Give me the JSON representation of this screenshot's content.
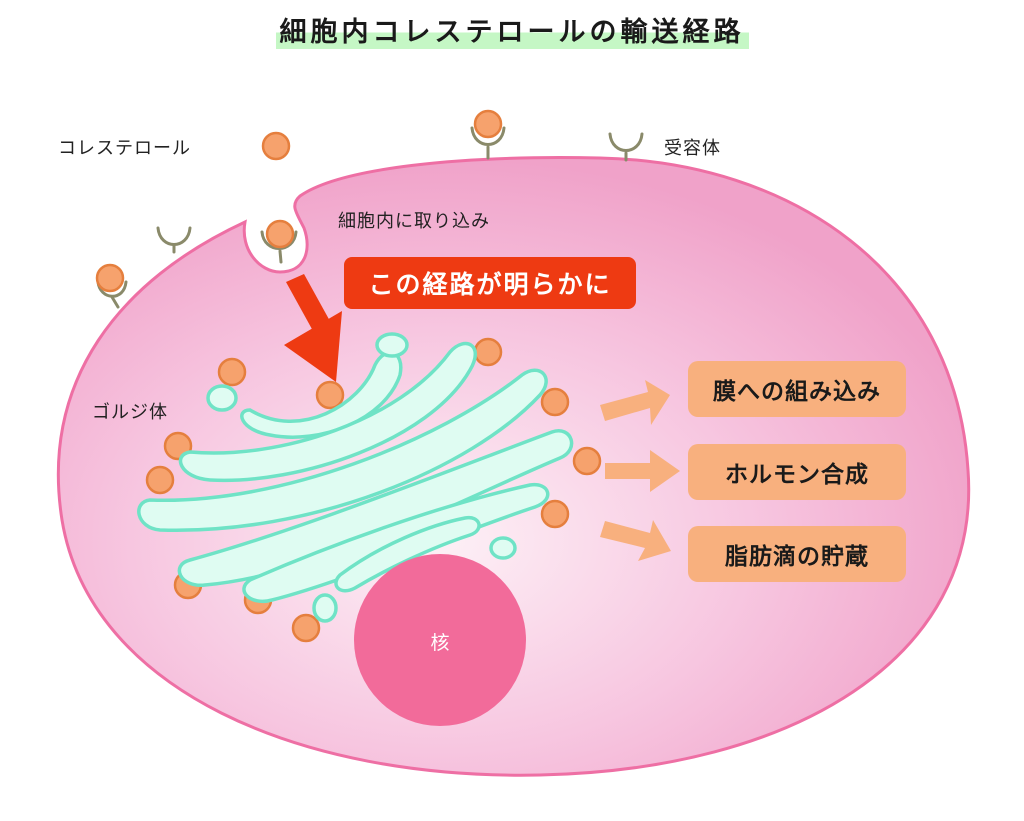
{
  "title": "細胞内コレステロールの輸送経路",
  "labels": {
    "cholesterol": "コレステロール",
    "receptor": "受容体",
    "uptake": "細胞内に取り込み",
    "golgi": "ゴルジ体",
    "nucleus": "核"
  },
  "pathway_highlight": "この経路が明らかに",
  "destinations": [
    "膜への組み込み",
    "ホルモン合成",
    "脂肪滴の貯蔵"
  ],
  "colors": {
    "cell_fill": "#f3a9cf",
    "cell_border": "#ee6fa4",
    "nucleus": "#f26b9a",
    "golgi_fill": "#dffcf2",
    "golgi_border": "#6fe3c6",
    "cholesterol": "#f6a26d",
    "receptor": "#8a8a6a",
    "highlight": "#ee3a12",
    "destination": "#f8b07e",
    "title_underline": "#c5f7c5"
  }
}
